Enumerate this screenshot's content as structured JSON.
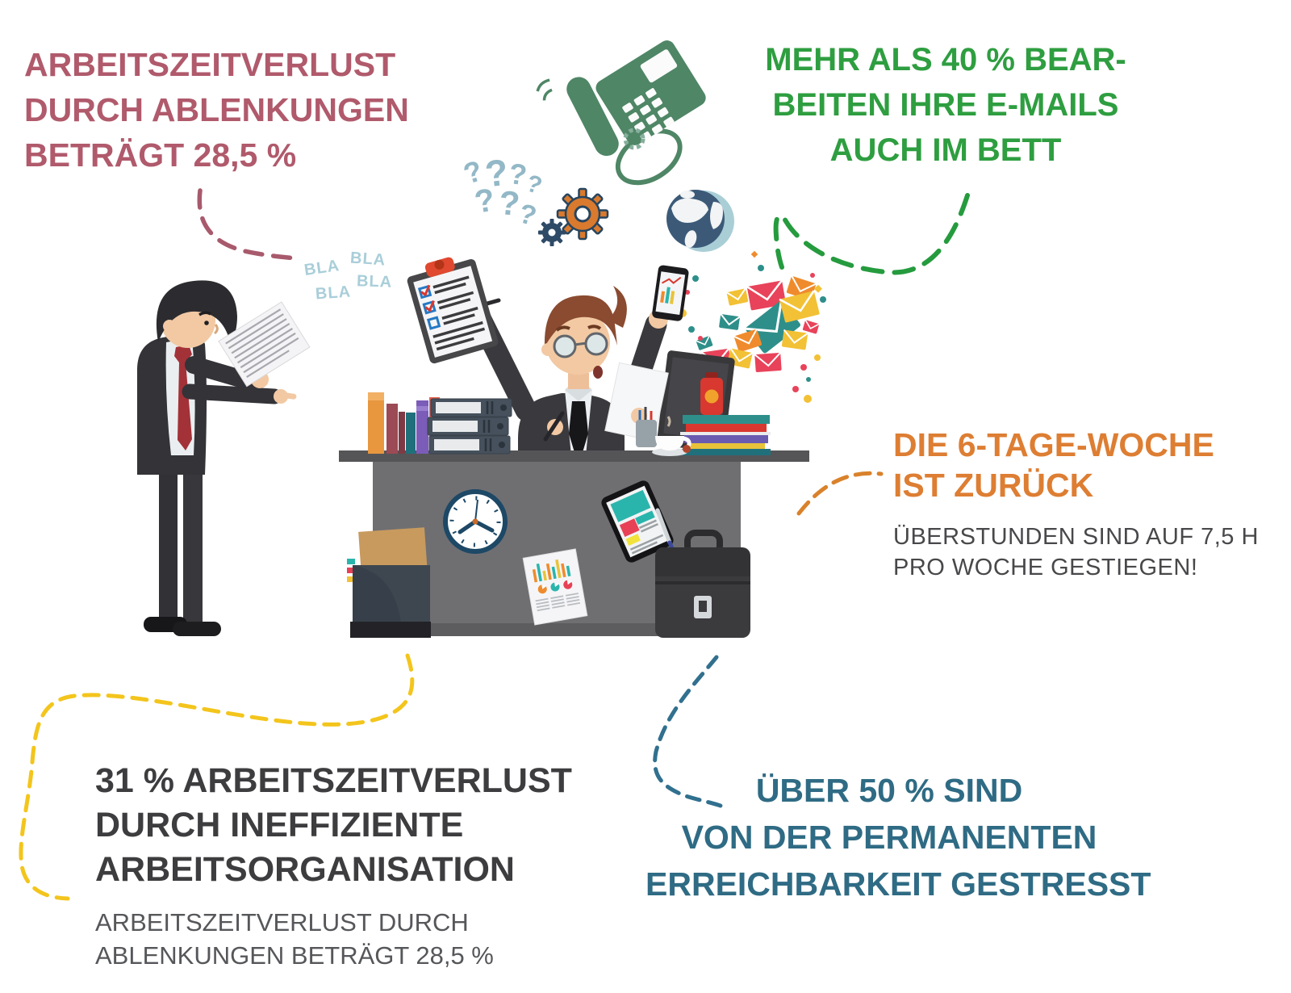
{
  "colors": {
    "distraction_rose": "#b05a6c",
    "emails_green": "#2e9e40",
    "sixday_orange": "#dd7e33",
    "organisation_dark": "#3d3d3f",
    "reachability_teal": "#2f6b84",
    "subtext_gray": "#56575a",
    "connector_maroon": "#a85a6c",
    "connector_green": "#259b3e",
    "connector_orange": "#d9822b",
    "connector_yellow": "#f3c51c",
    "connector_teal": "#31708e",
    "bla_blue": "#a9ced9"
  },
  "stats": {
    "distraction": {
      "lines": [
        "ARBEITSZEITVERLUST",
        "DURCH ABLENKUNGEN",
        "BETRÄGT 28,5 %"
      ],
      "color": "#b05a6c"
    },
    "emails": {
      "lines": [
        "MEHR ALS 40 % BEAR-",
        "BEITEN IHRE E-MAILS",
        "AUCH IM BETT"
      ],
      "color": "#2e9e40"
    },
    "six_day_week": {
      "title_lines": [
        "DIE 6-TAGE-WOCHE",
        "IST ZURÜCK"
      ],
      "title_color": "#dd7e33",
      "subtitle_lines": [
        "ÜBERSTUNDEN SIND AUF 7,5 H",
        "PRO WOCHE GESTIEGEN!"
      ],
      "subtitle_color": "#48484b"
    },
    "inefficient_organisation": {
      "title_lines": [
        "31 % ARBEITSZEITVERLUST",
        "DURCH INEFFIZIENTE",
        "ARBEITSORGANISATION"
      ],
      "title_color": "#3d3d3f",
      "subtitle_lines": [
        "ARBEITSZEITVERLUST DURCH",
        "ABLENKUNGEN BETRÄGT 28,5 %"
      ],
      "subtitle_color": "#56575a"
    },
    "permanent_reachability": {
      "lines": [
        "ÜBER 50 % SIND",
        "VON DER PERMANENTEN",
        "ERREICHBARKEIT GESTRESST"
      ],
      "color": "#2f6b84"
    }
  },
  "speech_bubbles": {
    "bla_words": [
      "BLA",
      "BLA",
      "BLA",
      "BLA"
    ],
    "color": "#a9ced9"
  },
  "question_marks": [
    "?",
    "?",
    "?",
    "?",
    "?",
    "?",
    "?"
  ],
  "connectors": [
    {
      "name": "distraction-line",
      "color": "#a85a6c"
    },
    {
      "name": "emails-line",
      "color": "#259b3e"
    },
    {
      "name": "six-day-line",
      "color": "#d9822b"
    },
    {
      "name": "organisation-line",
      "color": "#f3c51c"
    },
    {
      "name": "reachability-line",
      "color": "#31708e"
    }
  ],
  "illustration": {
    "icons": [
      "desk-phone-icon",
      "question-marks-icon",
      "gear-icon",
      "small-gear-icon",
      "globe-icon",
      "email-cluster-icon",
      "clipboard-icon",
      "smartphone-icon",
      "document-icon",
      "monitor-icon",
      "books-row-icon",
      "binder-stack-icon",
      "clock-icon",
      "tablet-icon",
      "chart-paper-icon",
      "briefcase-icon",
      "folder-organizer-icon",
      "coffee-cup-icon",
      "pen-cup-icon",
      "thermos-icon",
      "book-stack-icon",
      "busy-worker-character",
      "talking-manager-character"
    ]
  }
}
